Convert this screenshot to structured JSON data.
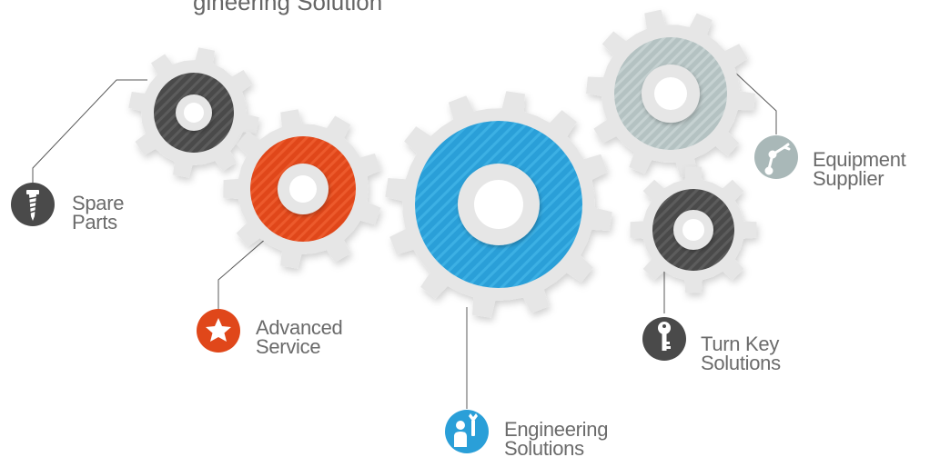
{
  "header": {
    "title_fragment": "gineering Solution"
  },
  "items": [
    {
      "id": "spare-parts",
      "line1": "Spare",
      "line2": "Parts",
      "icon": "screw-icon",
      "color": "#4a4a4a"
    },
    {
      "id": "advanced-service",
      "line1": "Advanced",
      "line2": "Service",
      "icon": "star-icon",
      "color": "#e0471a"
    },
    {
      "id": "engineering-solutions",
      "line1": "Engineering",
      "line2": "Solutions",
      "icon": "engineer-icon",
      "color": "#2a9fd8"
    },
    {
      "id": "turn-key-solutions",
      "line1": "Turn Key",
      "line2": "Solutions",
      "icon": "key-icon",
      "color": "#4a4a4a"
    },
    {
      "id": "equipment-supplier",
      "line1": "Equipment",
      "line2": "Supplier",
      "icon": "robot-arm-icon",
      "color": "#a9b8b8"
    }
  ],
  "colors": {
    "gear_body": "#e6e6e6",
    "gear_shadow": "#c8c8c8",
    "connector_line": "#5a5a5a"
  }
}
